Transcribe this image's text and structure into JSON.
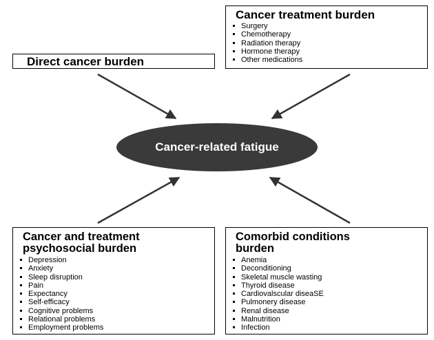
{
  "center": {
    "label": "Cancer-related fatigue"
  },
  "boxes": {
    "direct": {
      "title": "Direct cancer burden",
      "items": []
    },
    "treatment": {
      "title": "Cancer treatment burden",
      "items": [
        "Surgery",
        "Chemotherapy",
        "Radiation therapy",
        "Hormone therapy",
        "Other medications"
      ]
    },
    "psychosocial": {
      "title_line1": "Cancer and treatment",
      "title_line2": "psychosocial burden",
      "items": [
        "Depression",
        "Anxiety",
        "Sleep disruption",
        "Pain",
        "Expectancy",
        "Self-efficacy",
        "Cognitive problems",
        "Relational problems",
        "Employment problems"
      ]
    },
    "comorbid": {
      "title_line1": "Comorbid conditions",
      "title_line2": "burden",
      "items": [
        "Anemia",
        "Deconditioning",
        "Skeletal muscle wasting",
        "Thyroid disease",
        "Cardiovalscular diseaSE",
        "Pulmonery disease",
        "Renal disease",
        "Malnutrition",
        "Infection"
      ]
    }
  },
  "colors": {
    "ellipse": "#3a3a3a",
    "arrow": "#333333",
    "border": "#000000"
  }
}
